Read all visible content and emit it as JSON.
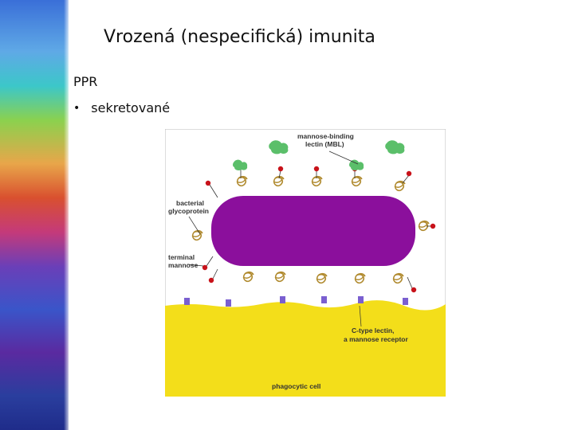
{
  "slide": {
    "title": "Vrozená (nespecifická) imunita",
    "subtitle": "PPR",
    "bullets": [
      "sekretované"
    ]
  },
  "figure": {
    "labels": {
      "mbl_line1": "mannose-binding",
      "mbl_line2": "lectin (MBL)",
      "glyco_line1": "bacterial",
      "glyco_line2": "glycoprotein",
      "terminal_line1": "terminal",
      "terminal_line2": "mannose",
      "ctype_line1": "C-type lectin,",
      "ctype_line2": "a mannose receptor",
      "phagocytic": "phagocytic cell"
    },
    "colors": {
      "bacterium": "#8b0f9c",
      "phagocyte": "#f3de1a",
      "mbl": "#5bbf6a",
      "mannose": "#c8121a",
      "receptor": "#7a5fd0",
      "glycoprotein": "#c9a24a"
    }
  }
}
